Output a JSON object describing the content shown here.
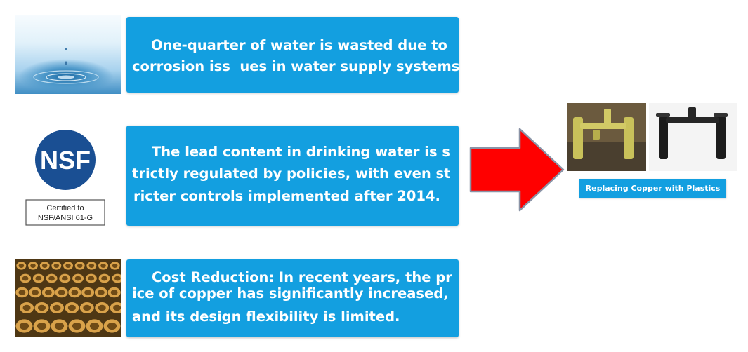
{
  "rows": [
    {
      "text_lines": [
        "One-quarter of water is wasted due to",
        "corrosion iss  ues in water supply systems."
      ]
    },
    {
      "text_lines": [
        "The lead content in drinking water is s",
        "trictly regulated by policies, with even st",
        "ricter controls implemented after 2014."
      ]
    },
    {
      "text_lines": [
        "Cost Reduction: In recent years, the pr",
        "ice of copper has significantly increased,",
        "and its design flexibility is limited."
      ]
    }
  ],
  "nsf_logo": {
    "mark": "NSF",
    "cert_lines": [
      "Certified to",
      "NSF/ANSI 61-G"
    ]
  },
  "right_panel": {
    "caption": "Replacing Copper with Plastics"
  },
  "colors": {
    "box_blue": "#139fe0",
    "nsf_blue": "#1a4f93",
    "arrow_red": "#ff0000",
    "arrow_outline": "#8a93a6"
  },
  "icons": [
    "water-drop-photo",
    "nsf-logo",
    "copper-fittings-photo",
    "right-arrow",
    "plastic-fittings-photo"
  ]
}
